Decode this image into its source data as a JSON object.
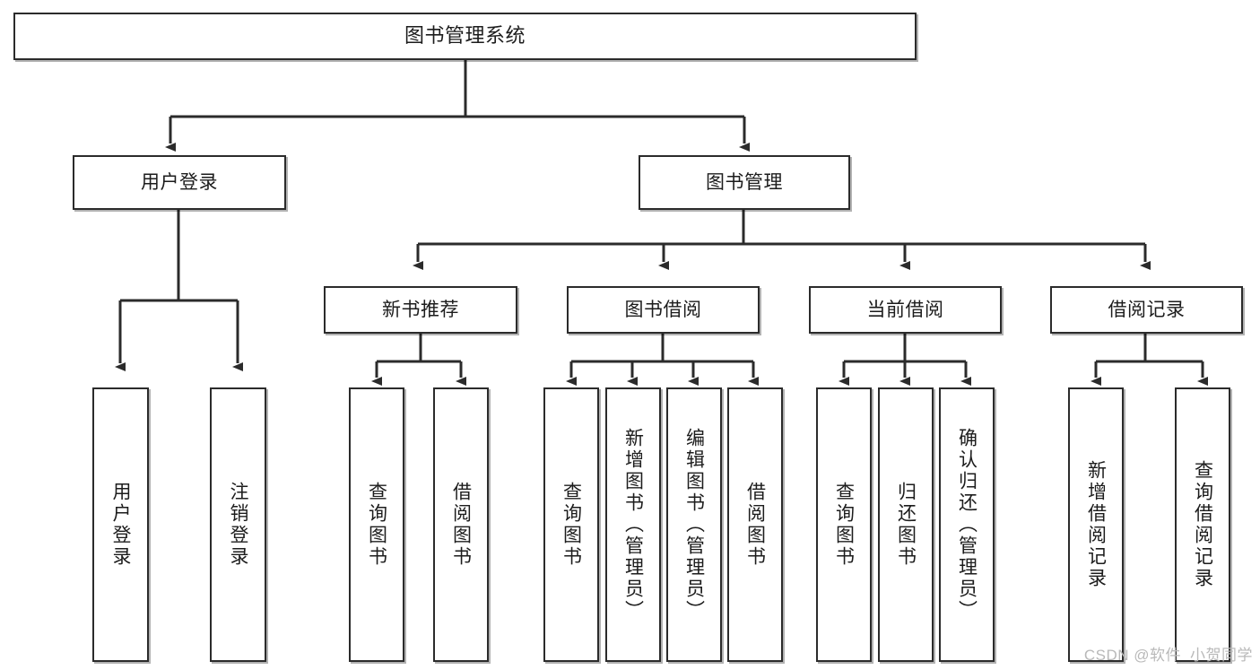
{
  "diagram": {
    "type": "tree-hierarchy",
    "title": "图书管理系统",
    "watermark": "CSDN @软件_小贺同学",
    "colors": {
      "background": "#ffffff",
      "box_fill": "#ffffff",
      "box_stroke": "#2b2b2b",
      "connector": "#2b2b2b",
      "text": "#1c1c1c",
      "watermark": "#b9b9b9"
    },
    "nodes": {
      "root": {
        "label": "图书管理系统",
        "level": 0
      },
      "level1": [
        {
          "id": "user-login",
          "label": "用户登录"
        },
        {
          "id": "book-management",
          "label": "图书管理"
        }
      ],
      "level2": [
        {
          "id": "new-book-recommend",
          "label": "新书推荐",
          "parent": "book-management"
        },
        {
          "id": "book-borrow",
          "label": "图书借阅",
          "parent": "book-management"
        },
        {
          "id": "current-borrow",
          "label": "当前借阅",
          "parent": "book-management"
        },
        {
          "id": "borrow-record",
          "label": "借阅记录",
          "parent": "book-management"
        }
      ],
      "leaves": {
        "user-login": [
          {
            "id": "leaf-user-login",
            "label": "用户登录"
          },
          {
            "id": "leaf-logout",
            "label": "注销登录"
          }
        ],
        "new-book-recommend": [
          {
            "id": "leaf-query-book-1",
            "label": "查询图书"
          },
          {
            "id": "leaf-borrow-book-1",
            "label": "借阅图书"
          }
        ],
        "book-borrow": [
          {
            "id": "leaf-query-book-2",
            "label": "查询图书"
          },
          {
            "id": "leaf-add-book",
            "label": "新增图书（管理员）"
          },
          {
            "id": "leaf-edit-book",
            "label": "编辑图书（管理员）"
          },
          {
            "id": "leaf-borrow-book-2",
            "label": "借阅图书"
          }
        ],
        "current-borrow": [
          {
            "id": "leaf-query-book-3",
            "label": "查询图书"
          },
          {
            "id": "leaf-return-book",
            "label": "归还图书"
          },
          {
            "id": "leaf-confirm-return",
            "label": "确认归还（管理员）"
          }
        ],
        "borrow-record": [
          {
            "id": "leaf-add-record",
            "label": "新增借阅记录"
          },
          {
            "id": "leaf-query-record",
            "label": "查询借阅记录"
          }
        ]
      }
    }
  }
}
